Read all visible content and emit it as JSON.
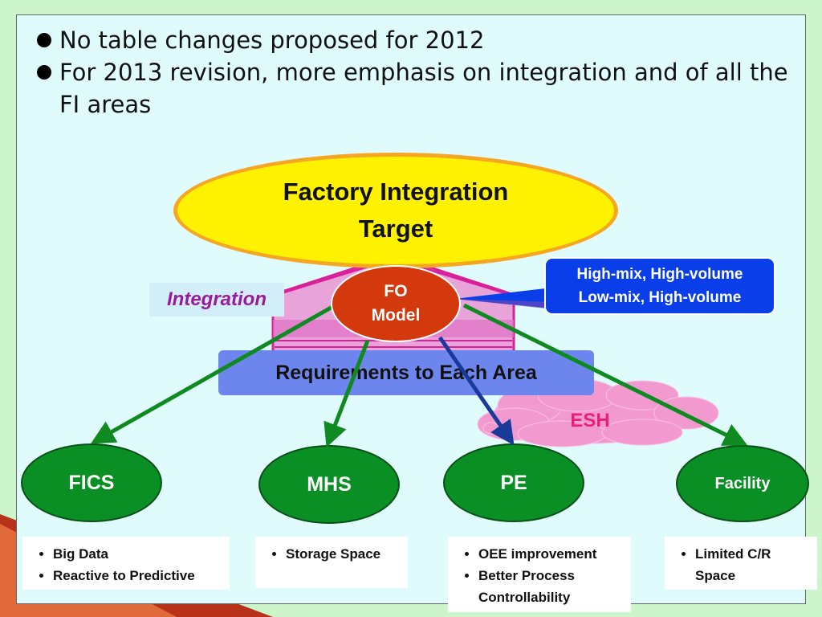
{
  "bullets": [
    "No table changes proposed for 2012",
    "For 2013 revision, more emphasis on integration and of all the FI areas"
  ],
  "diagram": {
    "target": {
      "line1": "Factory Integration",
      "line2": "Target"
    },
    "fo_model": {
      "line1": "FO",
      "line2": "Model"
    },
    "integration_label": "Integration",
    "callout": {
      "line1": "High-mix, High-volume",
      "line2": "Low-mix, High-volume"
    },
    "requirements": "Requirements to Each Area",
    "esh": "ESH",
    "areas": [
      {
        "name": "FICS",
        "items": [
          "Big Data",
          "Reactive to Predictive"
        ]
      },
      {
        "name": "MHS",
        "items": [
          "Storage Space"
        ]
      },
      {
        "name": "PE",
        "items": [
          "OEE improvement",
          "Better Process Controllability"
        ]
      },
      {
        "name": "Facility",
        "items": [
          "Limited C/R Space"
        ]
      }
    ]
  },
  "colors": {
    "target_fill": "#fff200",
    "target_border": "#f5a623",
    "fo_fill": "#d4380d",
    "area_fill": "#098f24",
    "arrow_green": "#0e8a20",
    "arrow_brown": "#8a4a3a",
    "arrow_blue": "#1a3a9a",
    "callout_fill": "#0a3ee8",
    "requirements_fill": "#6c86ee",
    "house_fill": "#e8a4d8",
    "cloud_fill": "#f29ad0"
  }
}
